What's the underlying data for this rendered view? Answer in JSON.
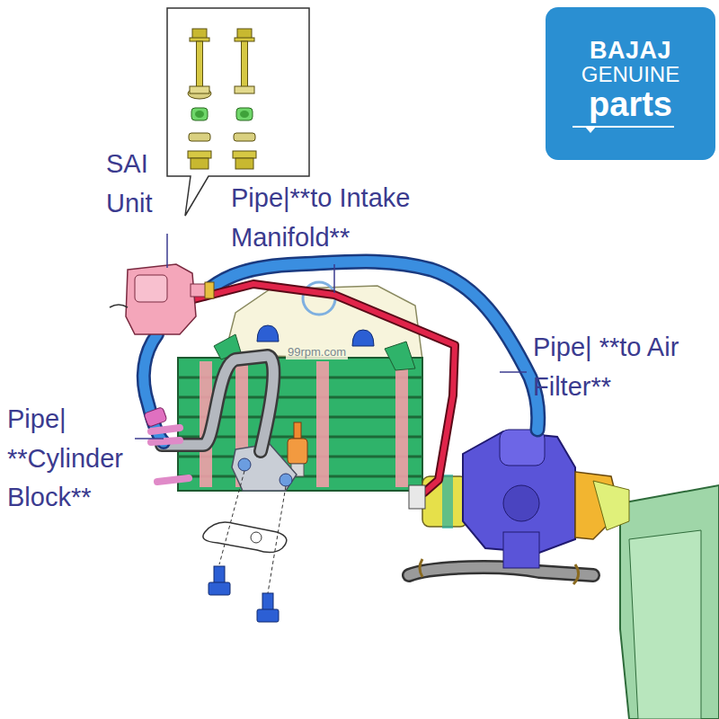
{
  "diagram": {
    "nodes": [
      {
        "text": [
          "BAJAJ",
          "GENUINE",
          "parts"
        ]
      }
    ],
    "labels": [
      "SAI Unit",
      "Pipe|**to Intake Manifold**",
      "Pipe| **to Air Filter**",
      "99rpm.com",
      "Pipe| **Cylinder Block**"
    ]
  }
}
